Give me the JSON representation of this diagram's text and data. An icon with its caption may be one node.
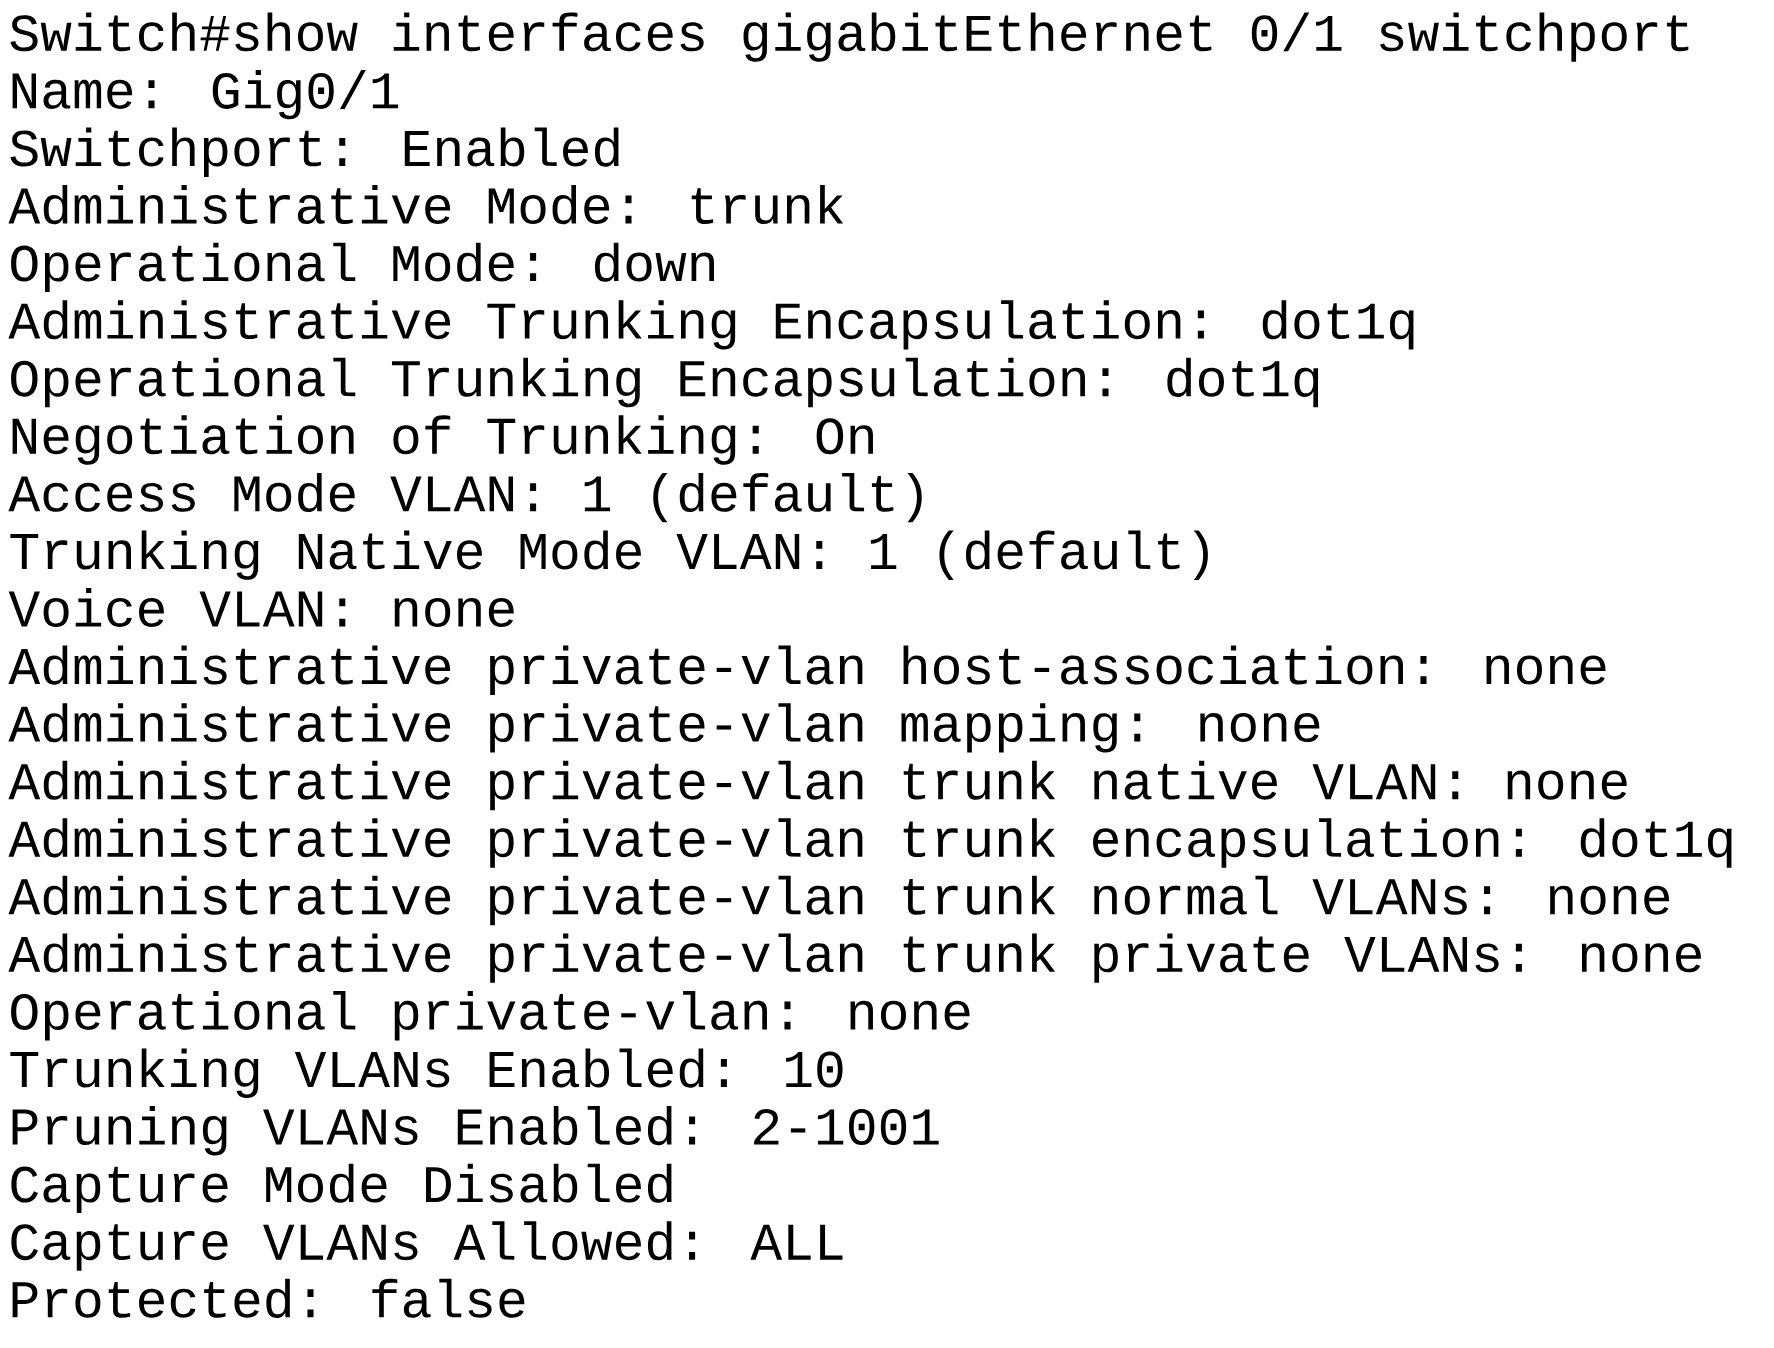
{
  "diagram": {
    "labels": [
      "Switch#show interfaces gigabitEthernet 0/1 switchport",
      "Name: Gig0/1",
      "Switchport: Enabled",
      "Administrative Mode: trunk",
      "Operational Mode: down",
      "Administrative Trunking Encapsulation: dot1q",
      "Operational Trunking Encapsulation: dot1q",
      "Negotiation of Trunking: On",
      "Access Mode VLAN: 1 (default)",
      "Trunking Native Mode VLAN: 1 (default)",
      "Voice VLAN: none",
      "Administrative private-vlan host-association: none",
      "Administrative private-vlan mapping: none",
      "Administrative private-vlan trunk native VLAN: none",
      "Administrative private-vlan trunk encapsulation: dot1q",
      "Administrative private-vlan trunk normal VLANs: none",
      "Administrative private-vlan trunk private VLANs: none",
      "Operational private-vlan: none",
      "Trunking VLANs Enabled: 10",
      "Pruning VLANs Enabled: 2-1001",
      "Capture Mode Disabled",
      "Capture VLANs Allowed: ALL",
      "Protected: false"
    ]
  }
}
